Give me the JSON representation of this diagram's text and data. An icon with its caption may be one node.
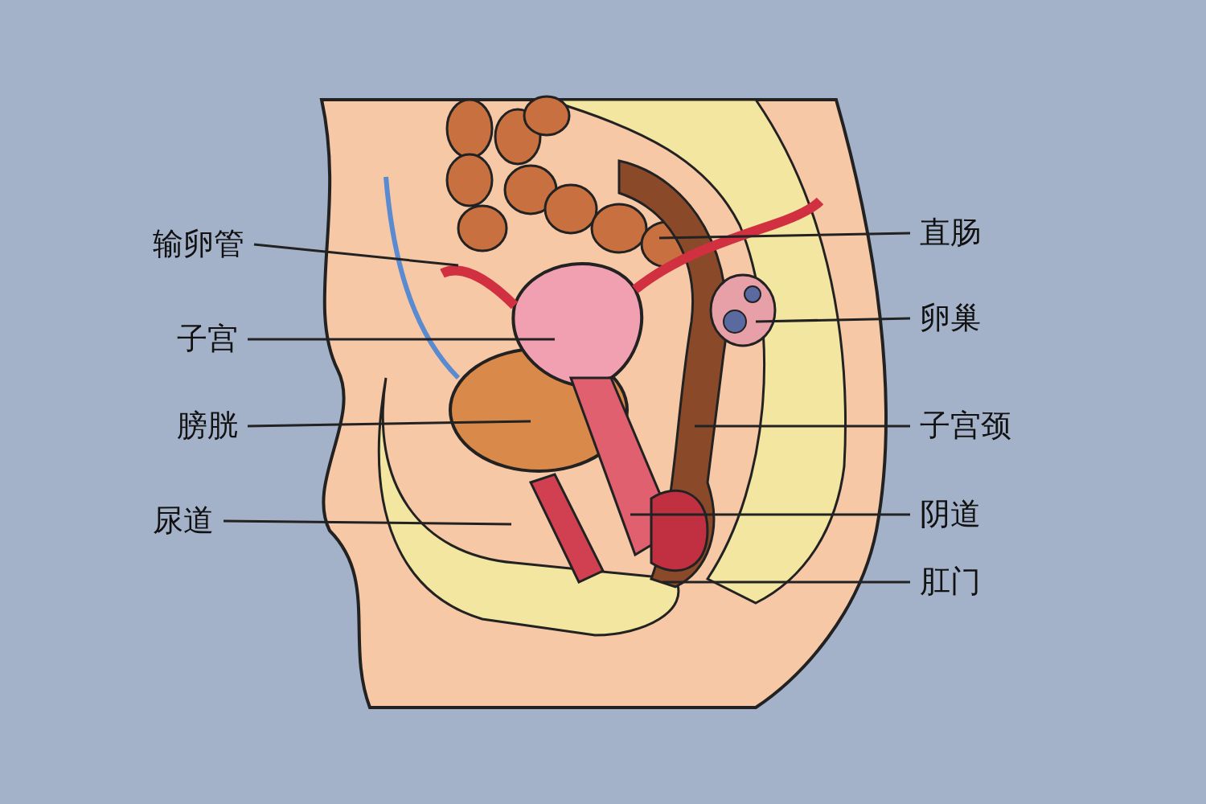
{
  "diagram": {
    "nodes": [
      {
        "text": [
          "输卵管"
        ]
      },
      {
        "text": [
          "子宫"
        ]
      },
      {
        "text": [
          "膀胱"
        ]
      },
      {
        "text": [
          "尿道"
        ]
      },
      {
        "text": [
          "直肠"
        ]
      },
      {
        "text": [
          "卵巢"
        ]
      },
      {
        "text": [
          "子宫颈"
        ]
      },
      {
        "text": [
          "阴道"
        ]
      },
      {
        "text": [
          "肛门"
        ]
      }
    ],
    "edges": [
      {
        "from": 0,
        "to": null,
        "arrow": "none"
      },
      {
        "from": 1,
        "to": null,
        "arrow": "none"
      },
      {
        "from": 2,
        "to": null,
        "arrow": "none"
      },
      {
        "from": 3,
        "to": null,
        "arrow": "none"
      },
      {
        "from": 4,
        "to": null,
        "arrow": "none"
      },
      {
        "from": 5,
        "to": null,
        "arrow": "none"
      },
      {
        "from": 6,
        "to": null,
        "arrow": "none"
      },
      {
        "from": 7,
        "to": null,
        "arrow": "none"
      },
      {
        "from": 8,
        "to": null,
        "arrow": "none"
      }
    ]
  }
}
